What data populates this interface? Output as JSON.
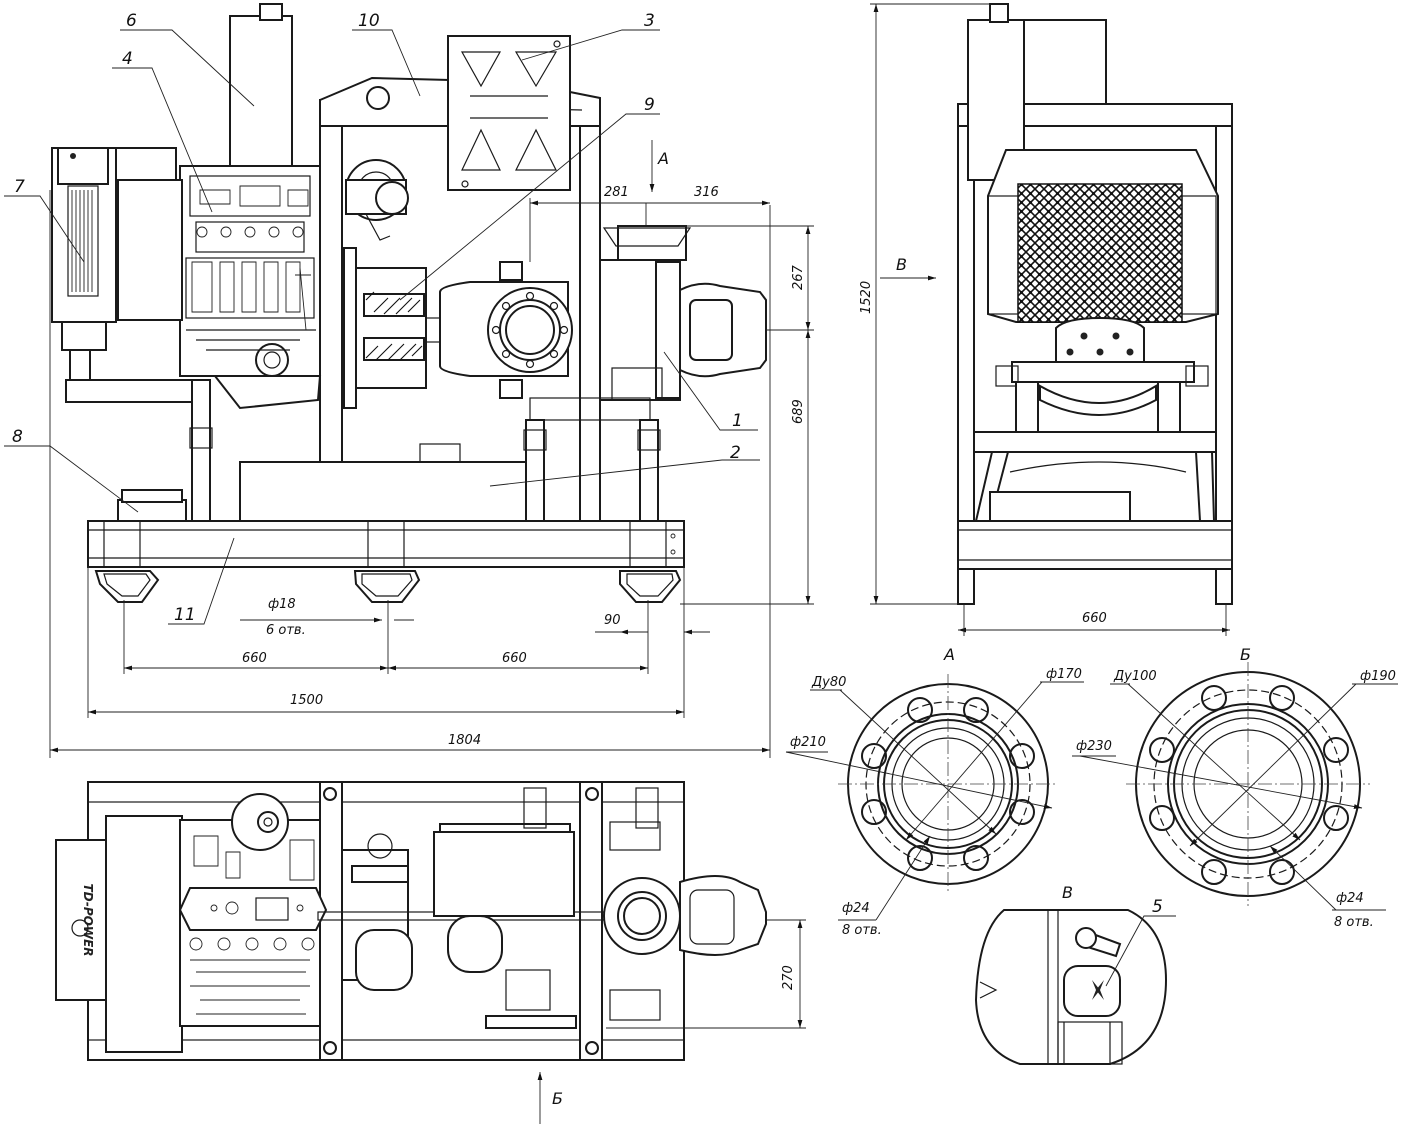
{
  "callouts": {
    "c1": "1",
    "c2": "2",
    "c3": "3",
    "c4": "4",
    "c5": "5",
    "c6": "6",
    "c7": "7",
    "c8": "8",
    "c9": "9",
    "c10": "10",
    "c11": "11"
  },
  "views": {
    "arrow_a": "А",
    "arrow_b": "Б",
    "arrow_v": "В",
    "section_a": "А",
    "section_b": "Б",
    "section_v": "В"
  },
  "dimensions": {
    "d281": "281",
    "d316": "316",
    "d267": "267",
    "d689": "689",
    "d1520": "1520",
    "d660_side": "660",
    "d90": "90",
    "d660_left": "660",
    "d660_right": "660",
    "d1500": "1500",
    "d1804": "1804",
    "d270": "270",
    "phi18": "ф18",
    "holes6": "6 отв."
  },
  "flange_a": {
    "du": "Ду80",
    "phi170": "ф170",
    "phi210": "ф210",
    "phi24": "ф24",
    "holes": "8 отв."
  },
  "flange_b": {
    "du": "Ду100",
    "phi190": "ф190",
    "phi230": "ф230",
    "phi24": "ф24",
    "holes": "8 отв."
  },
  "brand_plate": "TD-POWER"
}
